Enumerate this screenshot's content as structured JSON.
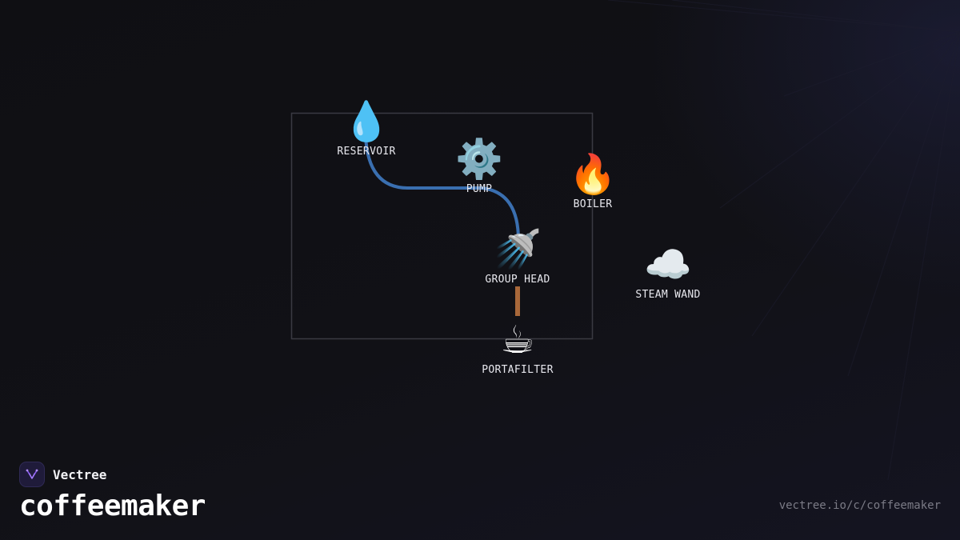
{
  "brand": {
    "name": "Vectree",
    "logo_icon": "vectree-logo-icon"
  },
  "page": {
    "title": "coffeemaker",
    "url": "vectree.io/c/coffeemaker"
  },
  "colors": {
    "background": "#111116",
    "frame": "#3a3a42",
    "water_line": "#3a6fb0",
    "brew_line": "#a8683a",
    "logo": "#8b5cf6"
  },
  "diagram": {
    "nodes": [
      {
        "id": "reservoir",
        "label": "RESERVOIR",
        "icon": "water-drop-icon",
        "glyph": "💧"
      },
      {
        "id": "pump",
        "label": "PUMP",
        "icon": "gear-icon",
        "glyph": "⚙️"
      },
      {
        "id": "boiler",
        "label": "BOILER",
        "icon": "fire-icon",
        "glyph": "🔥"
      },
      {
        "id": "group_head",
        "label": "GROUP HEAD",
        "icon": "shower-head-icon",
        "glyph": "🚿"
      },
      {
        "id": "steam_wand",
        "label": "STEAM WAND",
        "icon": "cloud-icon",
        "glyph": "☁️"
      },
      {
        "id": "portafilter",
        "label": "PORTAFILTER",
        "icon": "coffee-cup-icon",
        "glyph": "☕"
      }
    ],
    "edges": [
      {
        "from": "reservoir",
        "to": "group_head",
        "via": "pump",
        "kind": "water"
      },
      {
        "from": "group_head",
        "to": "portafilter",
        "kind": "brew"
      }
    ]
  }
}
